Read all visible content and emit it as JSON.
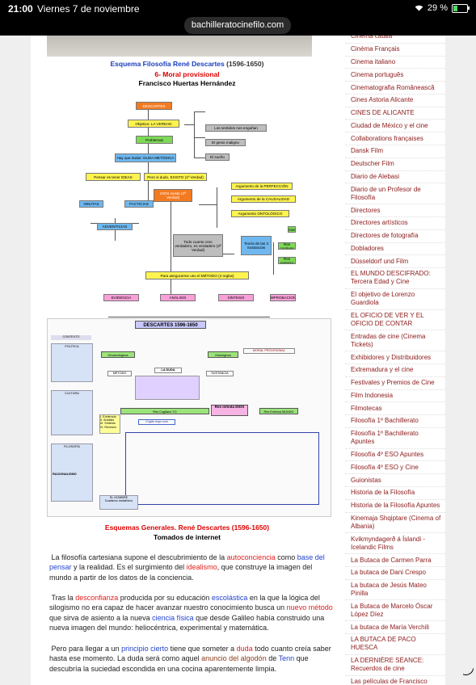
{
  "status_bar": {
    "time": "21:00",
    "date": "Viernes 7 de noviembre",
    "battery": "29 %",
    "battery_level": 0.29
  },
  "browser": {
    "url": "bachilleratocinefilo.com"
  },
  "article": {
    "title_blue": "Esquema Filosofía René Descartes",
    "title_years": "(1596-1650)",
    "subtitle": "6- Moral provisional",
    "author": "Francisco Huertas Hernández",
    "caption_title": "Esquemas Generales. René Descartes (1596-1650)",
    "caption_source": "Tomados de internet",
    "p1": {
      "a": "La filosofía cartesiana supone el descubrimiento de la ",
      "l1": "autoconciencia",
      "b": " como ",
      "l2": "base del pensar",
      "c": " y la realidad. Es el surgimiento del ",
      "l3": "idealismo",
      "d": ", que construye la imagen del mundo a partir de los datos de la conciencia."
    },
    "p2": {
      "a": "Tras la ",
      "l1": "desconfianza",
      "b": " producida por su educación ",
      "l2": "escolástica",
      "c": " en la que la lógica del silogismo no era capaz de hacer avanzar nuestro conocimiento busca un ",
      "l3": "nuevo método",
      "d": " que sirva de asiento a la nueva ",
      "l4": "ciencia física",
      "e": " que desde Galileo había construido una nueva imagen del mundo: heliocéntrica, experimental y matemática."
    },
    "p3": {
      "a": "Pero para llegar a un ",
      "l1": "principio cierto",
      "b": " tiene que someter a ",
      "l2": "duda",
      "c": " todo cuanto creía saber hasta ese momento. La duda será como aquel ",
      "l3": "anuncio del algodón",
      "d": " de ",
      "l4": "Tenn",
      "e": " que descubría la suciedad escondida en una cocina aparentemente limpia."
    }
  },
  "diagram": {
    "descartes": "DESCARTES",
    "objetivo": "Objetivo: LA VERDAD",
    "problemas": "Problemas",
    "sentidos": "Los sentidos nos engañan",
    "genio": "El genio maligno",
    "sueno": "El sueño",
    "dudar": "Hay que dudar: DUDA METÓDICA",
    "pensar": "Pensar es tener IDEAS",
    "existo": "Pero si dudo, EXISTO (1ª Verdad)",
    "dios_existe": "DIOS existe (2ª Verdad)",
    "perfeccion": "Argumento de la PERFECCIÓN",
    "causalidad": "Argumento de la CAUSALIDAD",
    "ontologico": "Argumento ONTOLÓGICO",
    "innatas": "INNATAS",
    "facticias": "FACTICIAS",
    "adventicias": "ADVENTICIAS",
    "verdadero": "Todo cuanto creo verdadero, es verdadero (3ª Verdad)",
    "teoria": "Teoría de las 3 Sustancias",
    "dios": "Dios",
    "res_cogitans": "Res cogitans",
    "res_extensa": "Res extensa",
    "metodo": "Para asegurarme uso el MÉTODO (4 reglas)",
    "evidencia": "EVIDENCIA",
    "analisis": "ANÁLISIS",
    "sintesis": "SÍNTESIS",
    "comprobaciones": "COMPROBACIONES"
  },
  "diagram2": {
    "header": "DESCARTES 1596-1650",
    "contexto": "CONTEXTO",
    "politica": "POLÍTICA",
    "cultura": "CULTURA",
    "filosofia": "FILOSOFÍA",
    "racionalismo": "RACIONALISMO",
    "gnoseologicos": "Gnoseológicos",
    "ontologicos": "Ontológicos",
    "metodo": "MÉTODO",
    "la_duda": "LA DUDA",
    "sustancia": "SUSTANCIA",
    "res_cogitans": "Res Cogitans YO",
    "res_infinita": "Res infinita DIOS",
    "res_extensa": "Res Extensa MUNDO",
    "cogito": "Cogito ergo sum",
    "reglas": [
      "I. Evidencia",
      "II. Análisis",
      "III. Síntesis",
      "IV. Revisión"
    ],
    "moral": "MORAL PROVISIONAL",
    "hombre": "EL HOMBRE",
    "dualismo": "Dualismo metafísico"
  },
  "sidebar": {
    "items": [
      "Cinema català",
      "Cinéma Français",
      "Cinema italiano",
      "Cinema português",
      "Cinematografia Românească",
      "Cines Astoria Alicante",
      "CINES DE ALICANTE",
      "Ciudad de México y el cine",
      "Collaborations françaises",
      "Dansk Film",
      "Deutscher Film",
      "Diario de Alebasi",
      "Diario de un Profesor de Filosofía",
      "Directores",
      "Directores artísticos",
      "Directores de fotografía",
      "Dobladores",
      "Düsseldorf und Film",
      "EL MUNDO DESCIFRADO: Tercera Edad y Cine",
      "El objetivo de Lorenzo Guardiola",
      "EL OFICIO DE VER Y EL OFICIO DE CONTAR",
      "Entradas de cine (Cinema Tickets)",
      "Exhibidores y Distribuidores",
      "Extremadura y el cine",
      "Festivales y Premios de Cine",
      "Film Indonesia",
      "Filmotecas",
      "Filosofía 1º Bachillerato",
      "Filosofía 1º Bachillerato Apuntes",
      "Filosofía 4º ESO Apuntes",
      "Filosofía 4º ESO y Cine",
      "Guionistas",
      "Historia de la Filosofía",
      "Historia de la Filosofía Apuntes",
      "Kinemaja Shqiptare (Cinema of Albania)",
      "Kvikmyndagerð á Íslandi - Icelandic Films",
      "La Butaca de Carmen Parra",
      "La butaca de Dani Crespo",
      "La butaca de Jesús Mateo Pinilla",
      "La Butaca de Marcelo Óscar López Díez",
      "La butaca de María Verchili",
      "LA BUTACA DE PACO HUESCA",
      "LA DERNIÈRE SÉANCE: Recuerdos de cine",
      "Las películas de Francisco Huertas"
    ]
  }
}
